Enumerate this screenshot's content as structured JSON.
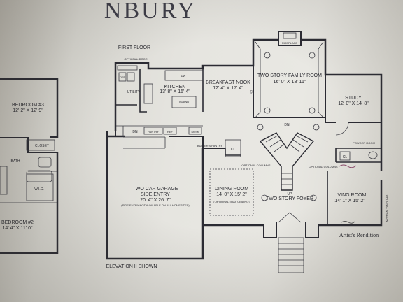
{
  "brand_title": "NBURY",
  "floor_label": "FIRST FLOOR",
  "elevation_note": "ELEVATION II SHOWN",
  "rendition_note": "Artist's Rendition",
  "rooms": {
    "bedroom3": {
      "name": "BEDROOM #3",
      "dim": "12' 2\" X 12' 9\""
    },
    "bedroom2": {
      "name": "BEDROOM #2",
      "dim": "14' 4\" X 11' 0\""
    },
    "bath": "BATH",
    "closet": "CLOSET",
    "wic": "W.I.C.",
    "kitchen": {
      "name": "KITCHEN",
      "dim": "13' 8\" X 15' 4\""
    },
    "island": "ISLAND",
    "utility": "UTILITY",
    "optional_door": "OPTIONAL DOOR",
    "breakfast": {
      "name": "BREAKFAST NOOK",
      "dim": "12' 4\" X 17' 4\""
    },
    "family": {
      "name": "TWO STORY FAMILY ROOM",
      "dim": "16' 0\" X 18' 11\""
    },
    "fireplace": "FIREPLACE",
    "study": {
      "name": "STUDY",
      "dim": "12' 0\" X 14' 8\""
    },
    "powder": "POWDER ROOM",
    "garage": {
      "name": "TWO CAR GARAGE",
      "sub": "SIDE ENTRY",
      "dim": "20' 4\" X 26' 7\"",
      "note": "(SIDE ENTRY NOT AVAILABLE ON ALL HOMESITES)"
    },
    "dining": {
      "name": "DINING ROOM",
      "dim": "14' 0\" X 15' 2\"",
      "note": "(OPTIONAL TRAY CEILING)"
    },
    "foyer": {
      "name": "TWO STORY FOYER"
    },
    "living": {
      "name": "LIVING ROOM",
      "dim": "14' 1\" X 15' 2\""
    },
    "pantry": "PANTRY",
    "butler": "BUTLER'S PANTRY",
    "desk": "DESK",
    "opt_columns": "OPTIONAL COLUMNS",
    "opt_window": "OPTIONAL WINDOW",
    "dn": "DN",
    "up": "UP",
    "dw": "DW",
    "cl": "CL",
    "ref": "REF",
    "opt": "OPT"
  },
  "colors": {
    "ink": "#2b2b33",
    "paper": "#e6e5e0"
  }
}
